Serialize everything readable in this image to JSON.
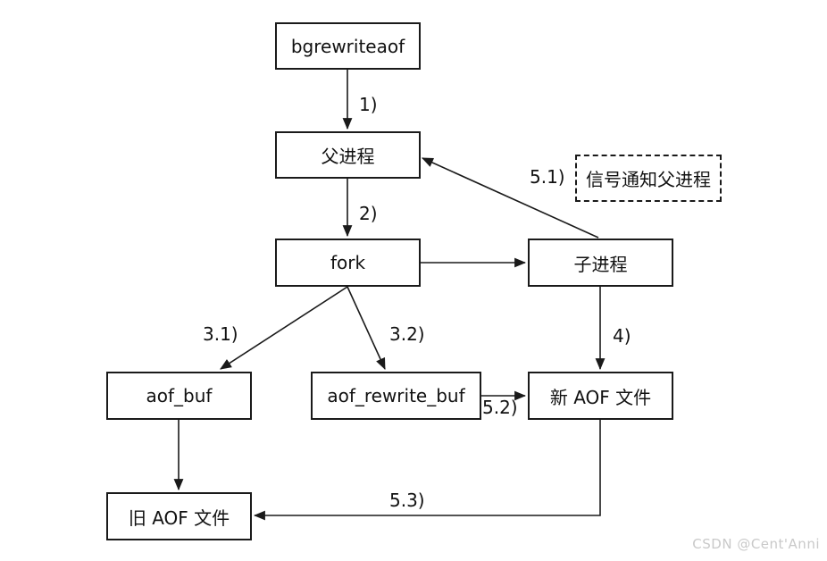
{
  "diagram": {
    "title_semantic": "Redis bgrewriteaof AOF rewrite flow",
    "nodes": [
      {
        "id": "bgrewriteaof",
        "label": "bgrewriteaof"
      },
      {
        "id": "parent-process",
        "label": "父进程"
      },
      {
        "id": "fork",
        "label": "fork"
      },
      {
        "id": "child-process",
        "label": "子进程"
      },
      {
        "id": "aof-buf",
        "label": "aof_buf"
      },
      {
        "id": "aof-rewrite-buf",
        "label": "aof_rewrite_buf"
      },
      {
        "id": "new-aof-file",
        "label": "新 AOF 文件"
      },
      {
        "id": "old-aof-file",
        "label": "旧 AOF 文件"
      }
    ],
    "note": {
      "label": "信号通知父进程"
    },
    "edge_labels": {
      "step1": "1)",
      "step2": "2)",
      "step31": "3.1)",
      "step32": "3.2)",
      "step4": "4)",
      "step51": "5.1)",
      "step52": "5.2)",
      "step53": "5.3)"
    },
    "colors": {
      "line": "#1a1a1a",
      "background": "#ffffff",
      "watermark": "#c9c9c9"
    }
  },
  "watermark": {
    "text": "CSDN @Cent'Anni"
  }
}
